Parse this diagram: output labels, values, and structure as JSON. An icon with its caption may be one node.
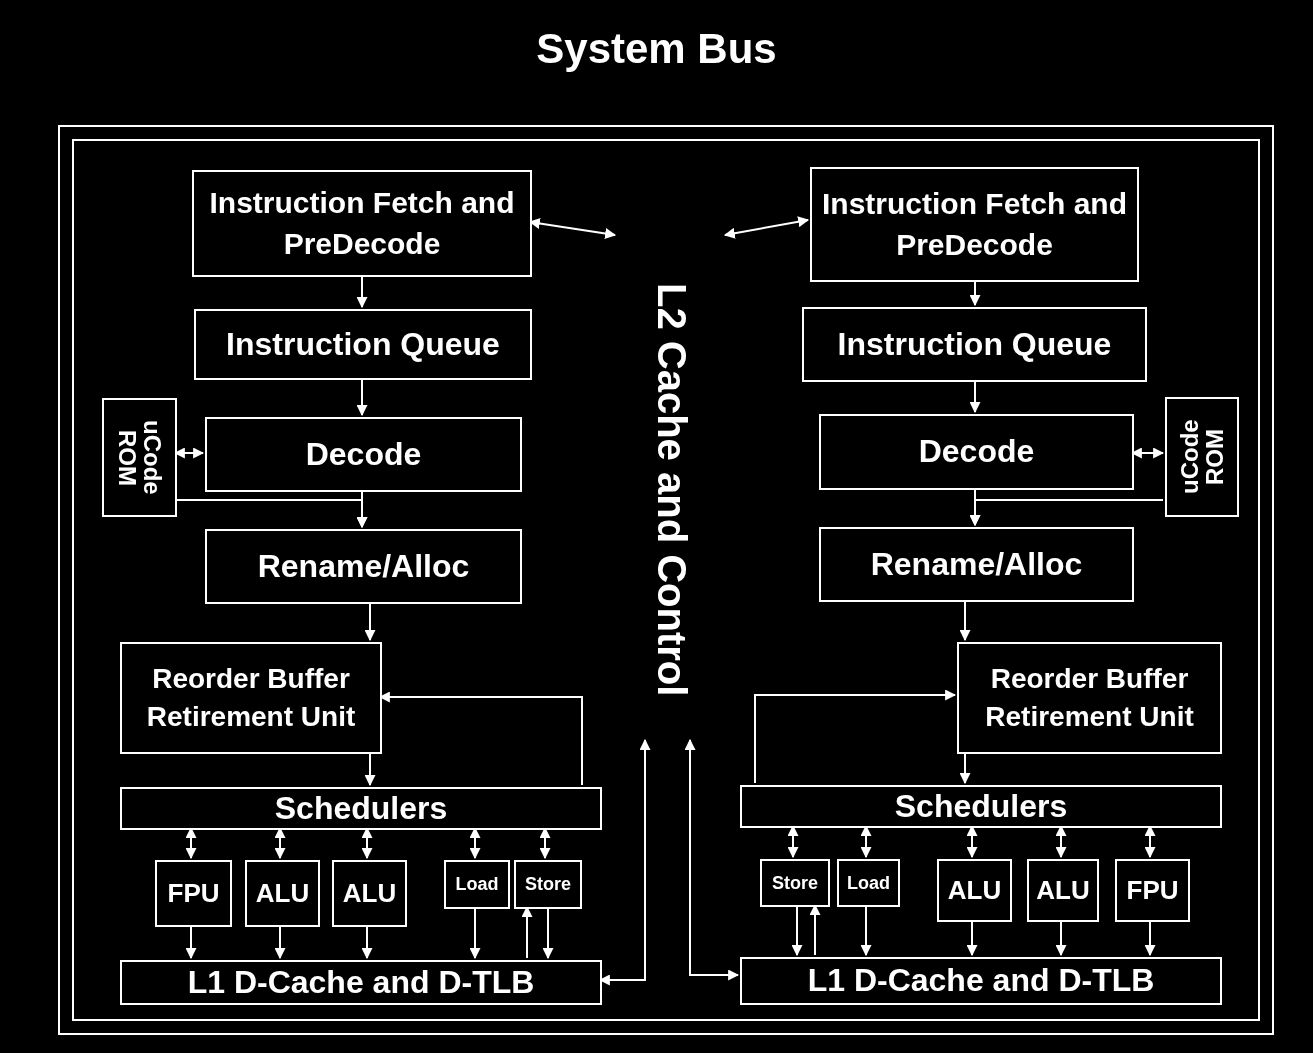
{
  "diagram": {
    "title": "System Bus",
    "nodes": [
      {
        "text": [],
        "shape": "box"
      },
      {
        "text": [
          "L2 Cache and Control"
        ],
        "in": 0
      },
      {
        "text": [
          "Instruction Fetch and PreDecode"
        ],
        "in": 0
      },
      {
        "text": [
          "Instruction Queue"
        ],
        "in": 0
      },
      {
        "text": [
          "uCode ROM"
        ],
        "in": 0
      },
      {
        "text": [
          "Decode"
        ],
        "in": 0
      },
      {
        "text": [
          "Rename/Alloc"
        ],
        "in": 0
      },
      {
        "text": [
          "Reorder Buffer Retirement Unit"
        ],
        "in": 0
      },
      {
        "text": [
          "Schedulers"
        ],
        "in": 0
      },
      {
        "text": [
          "FPU"
        ],
        "in": 0
      },
      {
        "text": [
          "ALU"
        ],
        "in": 0
      },
      {
        "text": [
          "ALU"
        ],
        "in": 0
      },
      {
        "text": [
          "Load"
        ],
        "in": 0
      },
      {
        "text": [
          "Store"
        ],
        "in": 0
      },
      {
        "text": [
          "L1 D-Cache and D-TLB"
        ],
        "in": 0
      },
      {
        "text": [
          "Instruction Fetch and PreDecode"
        ],
        "in": 0
      },
      {
        "text": [
          "Instruction Queue"
        ],
        "in": 0
      },
      {
        "text": [
          "Decode"
        ],
        "in": 0
      },
      {
        "text": [
          "uCode ROM"
        ],
        "in": 0
      },
      {
        "text": [
          "Rename/Alloc"
        ],
        "in": 0
      },
      {
        "text": [
          "Reorder Buffer Retirement Unit"
        ],
        "in": 0
      },
      {
        "text": [
          "Schedulers"
        ],
        "in": 0
      },
      {
        "text": [
          "Store"
        ],
        "in": 0
      },
      {
        "text": [
          "Load"
        ],
        "in": 0
      },
      {
        "text": [
          "ALU"
        ],
        "in": 0
      },
      {
        "text": [
          "ALU"
        ],
        "in": 0
      },
      {
        "text": [
          "FPU"
        ],
        "in": 0
      },
      {
        "text": [
          "L1 D-Cache and D-TLB"
        ],
        "in": 0
      }
    ],
    "edges": [
      {
        "from": 2,
        "to": 1,
        "arrow": "both"
      },
      {
        "from": 2,
        "to": 3,
        "arrow": "to"
      },
      {
        "from": 3,
        "to": 5,
        "arrow": "to"
      },
      {
        "from": 4,
        "to": 5,
        "arrow": "both"
      },
      {
        "from": 4,
        "to": 6,
        "arrow": "to"
      },
      {
        "from": 5,
        "to": 6,
        "arrow": "to"
      },
      {
        "from": 6,
        "to": 7,
        "arrow": "to"
      },
      {
        "from": 7,
        "to": 8,
        "arrow": "to"
      },
      {
        "from": 8,
        "to": 7,
        "arrow": "to"
      },
      {
        "from": 8,
        "to": 9,
        "arrow": "both"
      },
      {
        "from": 8,
        "to": 10,
        "arrow": "both"
      },
      {
        "from": 8,
        "to": 11,
        "arrow": "both"
      },
      {
        "from": 8,
        "to": 12,
        "arrow": "both"
      },
      {
        "from": 8,
        "to": 13,
        "arrow": "both"
      },
      {
        "from": 9,
        "to": 14,
        "arrow": "to"
      },
      {
        "from": 10,
        "to": 14,
        "arrow": "to"
      },
      {
        "from": 11,
        "to": 14,
        "arrow": "to"
      },
      {
        "from": 12,
        "to": 14,
        "arrow": "to"
      },
      {
        "from": 13,
        "to": 14,
        "arrow": "to"
      },
      {
        "from": 14,
        "to": 13,
        "arrow": "to"
      },
      {
        "from": 14,
        "to": 1,
        "arrow": "both"
      },
      {
        "from": 15,
        "to": 1,
        "arrow": "both"
      },
      {
        "from": 15,
        "to": 16,
        "arrow": "to"
      },
      {
        "from": 16,
        "to": 17,
        "arrow": "to"
      },
      {
        "from": 18,
        "to": 17,
        "arrow": "both"
      },
      {
        "from": 18,
        "to": 19,
        "arrow": "to"
      },
      {
        "from": 17,
        "to": 19,
        "arrow": "to"
      },
      {
        "from": 19,
        "to": 20,
        "arrow": "to"
      },
      {
        "from": 20,
        "to": 21,
        "arrow": "to"
      },
      {
        "from": 21,
        "to": 20,
        "arrow": "to"
      },
      {
        "from": 21,
        "to": 22,
        "arrow": "both"
      },
      {
        "from": 21,
        "to": 23,
        "arrow": "both"
      },
      {
        "from": 21,
        "to": 24,
        "arrow": "both"
      },
      {
        "from": 21,
        "to": 25,
        "arrow": "both"
      },
      {
        "from": 21,
        "to": 26,
        "arrow": "both"
      },
      {
        "from": 22,
        "to": 27,
        "arrow": "to"
      },
      {
        "from": 27,
        "to": 22,
        "arrow": "to"
      },
      {
        "from": 23,
        "to": 27,
        "arrow": "to"
      },
      {
        "from": 24,
        "to": 27,
        "arrow": "to"
      },
      {
        "from": 25,
        "to": 27,
        "arrow": "to"
      },
      {
        "from": 26,
        "to": 27,
        "arrow": "to"
      },
      {
        "from": 27,
        "to": 1,
        "arrow": "both"
      }
    ]
  }
}
